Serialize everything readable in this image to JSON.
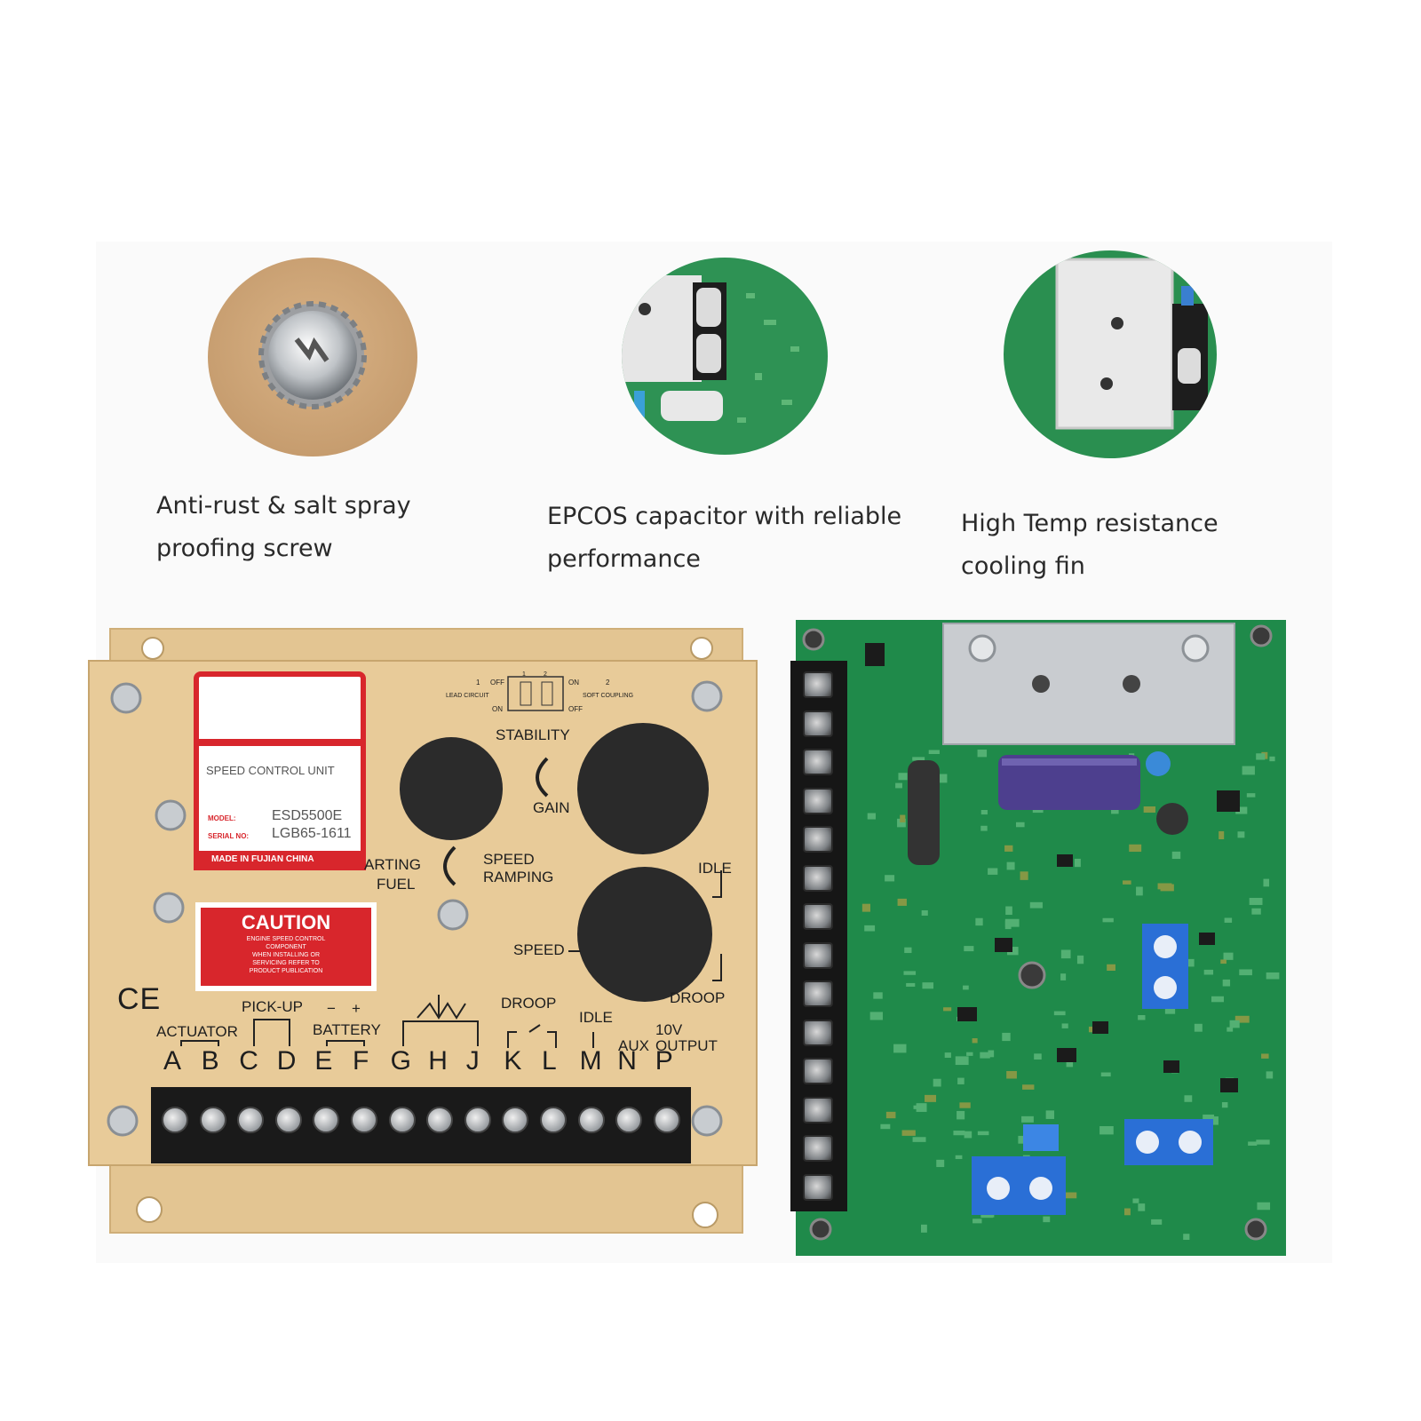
{
  "features": [
    {
      "line1": "Anti-rust & salt spray",
      "line2": "proofing screw"
    },
    {
      "line1": "EPCOS capacitor with reliable",
      "line2": "performance"
    },
    {
      "line1": "High Temp resistance",
      "line2": "cooling fin"
    }
  ],
  "controller": {
    "label_title": "SPEED  CONTROL  UNIT",
    "model_key": "MODEL:",
    "model_value": "ESD5500E",
    "serial_key": "SERIAL NO:",
    "serial_value": "LGB65-1611",
    "made_in": "MADE IN FUJIAN CHINA",
    "caution_title": "CAUTION",
    "caution_lines": [
      "ENGINE SPEED CONTROL",
      "COMPONENT",
      "WHEN INSTALLING OR",
      "SERVICING  REFER TO",
      "PRODUCT PUBLICATION"
    ],
    "ce_mark": "CE",
    "dip": {
      "n1": "1",
      "off1": "OFF",
      "lead": "LEAD CIRCUIT",
      "on1": "ON",
      "on2": "ON",
      "n2": "2",
      "soft": "SOFT COUPLING",
      "off2": "OFF",
      "s1": "1",
      "s2": "2"
    },
    "knob_labels": {
      "stability": "STABILITY",
      "gain": "GAIN",
      "starting": "ARTING",
      "fuel": "FUEL",
      "speed_ramping_1": "SPEED",
      "speed_ramping_2": "RAMPING",
      "idle": "IDLE",
      "speed": "SPEED",
      "droop_right": "DROOP"
    },
    "terminal_labels": {
      "actuator": "ACTUATOR",
      "pickup": "PICK-UP",
      "minus": "−",
      "plus": "+",
      "battery": "BATTERY",
      "droop": "DROOP",
      "idle": "IDLE",
      "aux": "AUX",
      "ten_v": "10V",
      "output": "OUTPUT"
    },
    "terminal_letters": [
      "A",
      "B",
      "C",
      "D",
      "E",
      "F",
      "G",
      "H",
      "J",
      "K",
      "L",
      "M",
      "N",
      "P"
    ]
  },
  "colors": {
    "housing": "#e2c28e",
    "pcb": "#1f8a4a",
    "sticker_red": "#d8262c",
    "trimmer_blue": "#2a6fd6",
    "capacitor": "#4d3f8e"
  }
}
